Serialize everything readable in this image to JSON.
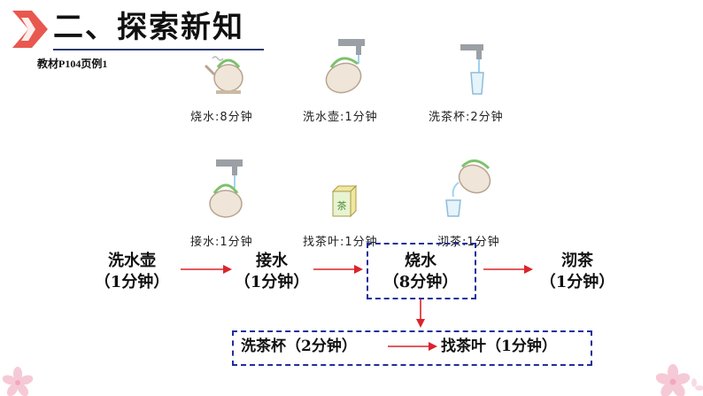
{
  "header": {
    "title": "二、探索新知",
    "source_ref": "教材P104页例1"
  },
  "tasks": [
    {
      "icon": "kettle-boiling-icon",
      "label": "烧水:8分钟"
    },
    {
      "icon": "kettle-faucet-icon",
      "label": "洗水壶:1分钟"
    },
    {
      "icon": "cup-faucet-icon",
      "label": "洗茶杯:2分钟"
    },
    {
      "icon": "kettle-fill-icon",
      "label": "接水:1分钟"
    },
    {
      "icon": "tea-box-icon",
      "label": "找茶叶:1分钟"
    },
    {
      "icon": "pour-tea-icon",
      "label": "沏茶:1分钟"
    }
  ],
  "flow": {
    "steps": [
      {
        "name": "洗水壶",
        "time": "（1分钟）"
      },
      {
        "name": "接水",
        "time": "（1分钟）"
      },
      {
        "name": "烧水",
        "time": "（8分钟）"
      },
      {
        "name": "沏茶",
        "time": "（1分钟）"
      }
    ],
    "parallel": [
      {
        "name": "洗茶杯",
        "time": "（2分钟）"
      },
      {
        "name": "找茶叶",
        "time": "（1分钟）"
      }
    ]
  },
  "tea_box_glyph": "茶",
  "colors": {
    "accent": "#e8584f",
    "arrow": "#d9252b",
    "box_border": "#1f2f9a",
    "underline": "#2b3a6b"
  }
}
